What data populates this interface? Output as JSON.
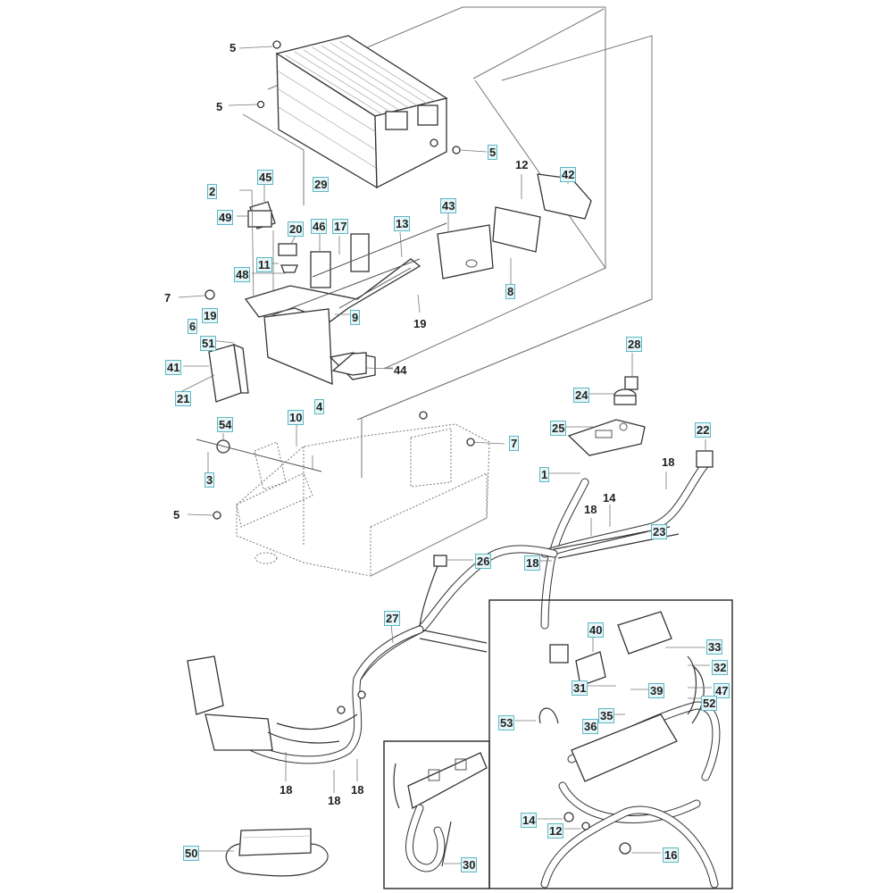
{
  "diagram": {
    "type": "exploded-parts-diagram",
    "subject": "Electrical system parts breakdown",
    "label_style": {
      "boxed_fill": "#e6f6f8",
      "boxed_border": "#5cb8c4",
      "text_color": "#222222"
    },
    "callouts": [
      {
        "id": "c5a",
        "text": "5",
        "boxed": false
      },
      {
        "id": "c5b",
        "text": "5",
        "boxed": false
      },
      {
        "id": "c5c",
        "text": "5",
        "boxed": true
      },
      {
        "id": "c29",
        "text": "29",
        "boxed": true
      },
      {
        "id": "c45",
        "text": "45",
        "boxed": true
      },
      {
        "id": "c2",
        "text": "2",
        "boxed": true
      },
      {
        "id": "c49",
        "text": "49",
        "boxed": true
      },
      {
        "id": "c20",
        "text": "20",
        "boxed": true
      },
      {
        "id": "c46",
        "text": "46",
        "boxed": true
      },
      {
        "id": "c17",
        "text": "17",
        "boxed": true
      },
      {
        "id": "c13",
        "text": "13",
        "boxed": true
      },
      {
        "id": "c43",
        "text": "43",
        "boxed": true
      },
      {
        "id": "c12a",
        "text": "12",
        "boxed": false
      },
      {
        "id": "c42",
        "text": "42",
        "boxed": true
      },
      {
        "id": "c11",
        "text": "11",
        "boxed": true
      },
      {
        "id": "c48",
        "text": "48",
        "boxed": true
      },
      {
        "id": "c7a",
        "text": "7",
        "boxed": false
      },
      {
        "id": "c19a",
        "text": "19",
        "boxed": true
      },
      {
        "id": "c6",
        "text": "6",
        "boxed": true
      },
      {
        "id": "c9",
        "text": "9",
        "boxed": true
      },
      {
        "id": "c19b",
        "text": "19",
        "boxed": false
      },
      {
        "id": "c8",
        "text": "8",
        "boxed": true
      },
      {
        "id": "c51",
        "text": "51",
        "boxed": true
      },
      {
        "id": "c41",
        "text": "41",
        "boxed": true
      },
      {
        "id": "c44",
        "text": "44",
        "boxed": false
      },
      {
        "id": "c28",
        "text": "28",
        "boxed": true
      },
      {
        "id": "c24",
        "text": "24",
        "boxed": true
      },
      {
        "id": "c21",
        "text": "21",
        "boxed": true
      },
      {
        "id": "c10",
        "text": "10",
        "boxed": true
      },
      {
        "id": "c4",
        "text": "4",
        "boxed": true
      },
      {
        "id": "c54",
        "text": "54",
        "boxed": true
      },
      {
        "id": "c25",
        "text": "25",
        "boxed": true
      },
      {
        "id": "c7b",
        "text": "7",
        "boxed": true
      },
      {
        "id": "c22",
        "text": "22",
        "boxed": true
      },
      {
        "id": "c3",
        "text": "3",
        "boxed": true
      },
      {
        "id": "c1",
        "text": "1",
        "boxed": true
      },
      {
        "id": "c18a",
        "text": "18",
        "boxed": false
      },
      {
        "id": "c5d",
        "text": "5",
        "boxed": false
      },
      {
        "id": "c14a",
        "text": "14",
        "boxed": false
      },
      {
        "id": "c18b",
        "text": "18",
        "boxed": false
      },
      {
        "id": "c23",
        "text": "23",
        "boxed": true
      },
      {
        "id": "c18c",
        "text": "18",
        "boxed": true
      },
      {
        "id": "c26",
        "text": "26",
        "boxed": true
      },
      {
        "id": "c27",
        "text": "27",
        "boxed": true
      },
      {
        "id": "c40",
        "text": "40",
        "boxed": true
      },
      {
        "id": "c33",
        "text": "33",
        "boxed": true
      },
      {
        "id": "c32",
        "text": "32",
        "boxed": true
      },
      {
        "id": "c31",
        "text": "31",
        "boxed": true
      },
      {
        "id": "c39",
        "text": "39",
        "boxed": true
      },
      {
        "id": "c47",
        "text": "47",
        "boxed": true
      },
      {
        "id": "c52",
        "text": "52",
        "boxed": true
      },
      {
        "id": "c53",
        "text": "53",
        "boxed": true
      },
      {
        "id": "c35",
        "text": "35",
        "boxed": true
      },
      {
        "id": "c36",
        "text": "36",
        "boxed": true
      },
      {
        "id": "c18d",
        "text": "18",
        "boxed": false
      },
      {
        "id": "c18e",
        "text": "18",
        "boxed": false
      },
      {
        "id": "c18f",
        "text": "18",
        "boxed": false
      },
      {
        "id": "c14b",
        "text": "14",
        "boxed": true
      },
      {
        "id": "c12b",
        "text": "12",
        "boxed": true
      },
      {
        "id": "c16",
        "text": "16",
        "boxed": true
      },
      {
        "id": "c50",
        "text": "50",
        "boxed": true
      },
      {
        "id": "c30",
        "text": "30",
        "boxed": true
      }
    ]
  }
}
